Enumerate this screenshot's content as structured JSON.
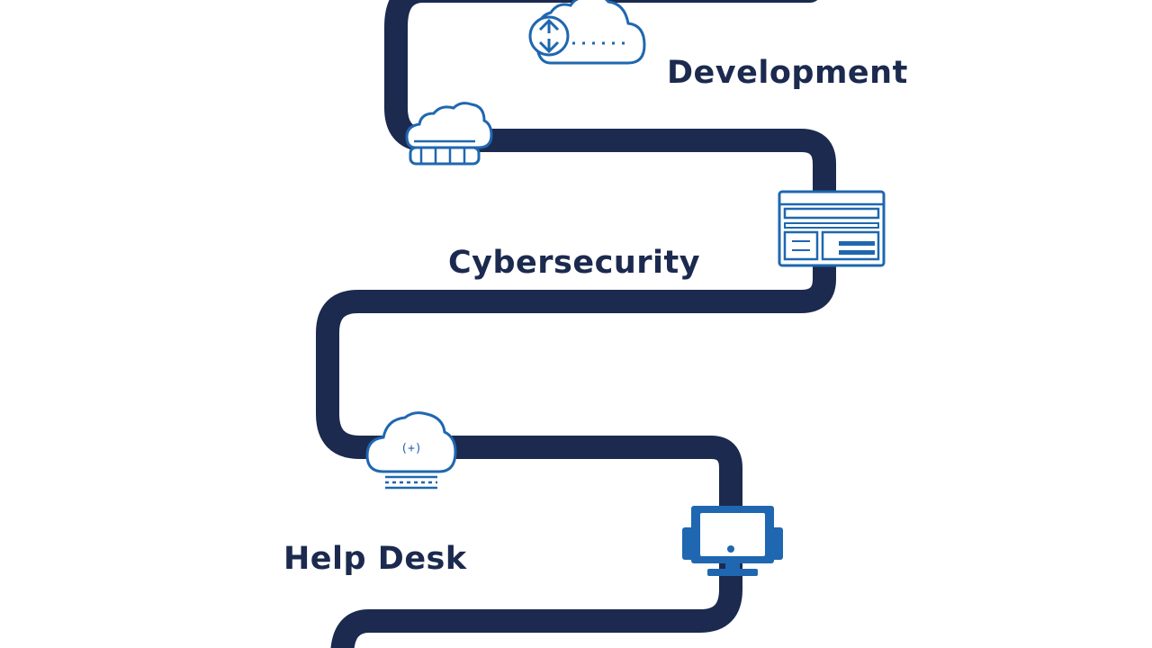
{
  "colors": {
    "road": "#1b2a4e",
    "icon_stroke": "#1f67b0",
    "icon_fill": "#ffffff",
    "label": "#1b2a4e",
    "background": "#ffffff"
  },
  "stages": [
    {
      "label": "Development",
      "icon": "cloud-sync-icon"
    },
    {
      "label": "Cybersecurity",
      "icon": "dashboard-window-icon"
    },
    {
      "label": "Help Desk",
      "icon": "desktop-monitor-icon"
    }
  ],
  "waypoint_icons": [
    "cloud-server-icon",
    "cloud-code-icon"
  ]
}
